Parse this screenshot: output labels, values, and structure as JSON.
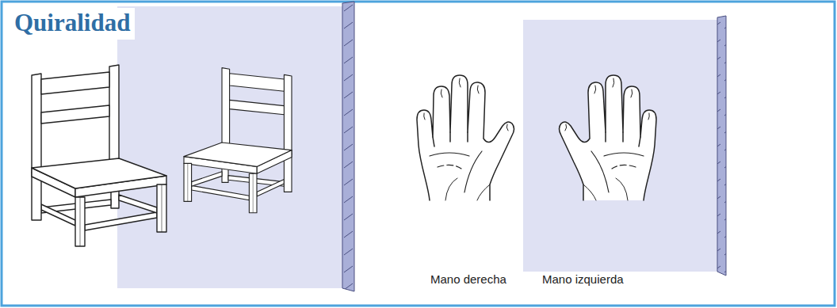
{
  "diagram": {
    "title": "Quiralidad",
    "labels": [
      "Mano derecha",
      "Mano izquierda"
    ]
  }
}
